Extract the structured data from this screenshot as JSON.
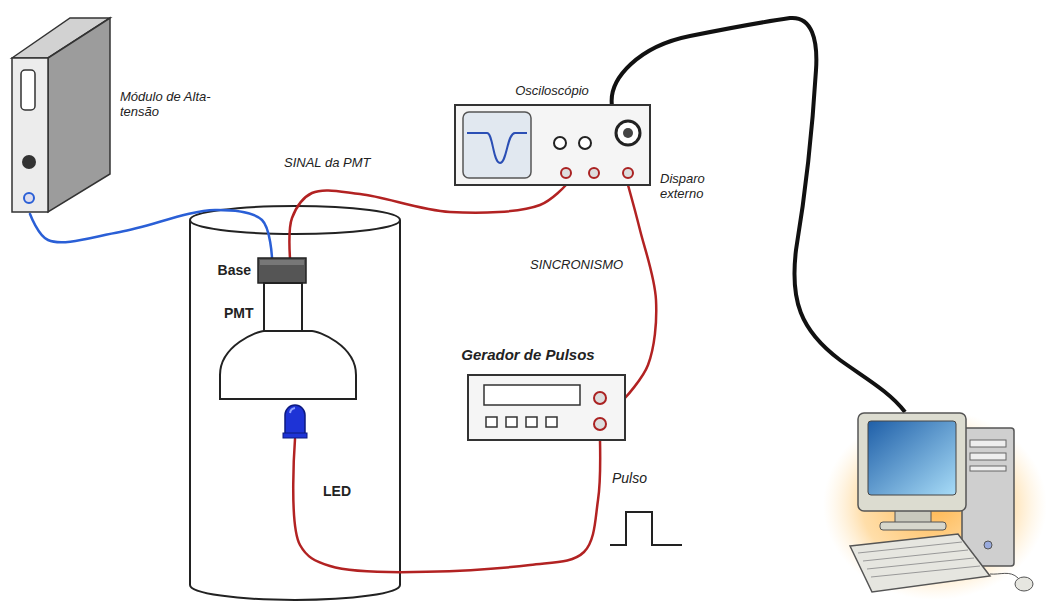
{
  "diagram": {
    "nodes": [
      {
        "text": [
          "Módulo de Alta-tensão"
        ]
      },
      {
        "text": [
          "Base"
        ]
      },
      {
        "text": [
          "PMT"
        ]
      },
      {
        "text": [
          "LED"
        ]
      },
      {
        "text": [
          "Osciloscópio"
        ]
      },
      {
        "text": [
          "Gerador de Pulsos"
        ]
      }
    ],
    "edges": [
      {
        "from": 0,
        "to": 1,
        "arrow": "none"
      },
      {
        "from": 1,
        "to": 4,
        "label": "SINAL da PMT",
        "arrow": "none"
      },
      {
        "from": 4,
        "to": 5,
        "label": "SINCRONISMO",
        "arrow": "none"
      },
      {
        "from": 5,
        "to": 3,
        "arrow": "none"
      }
    ],
    "labels": [
      "Disparo externo",
      "Pulso"
    ]
  }
}
